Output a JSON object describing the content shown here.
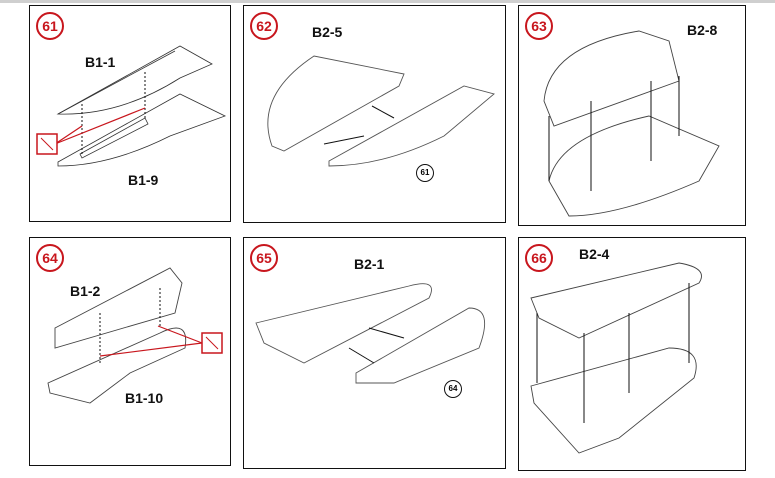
{
  "steps": [
    {
      "number": "61",
      "labels": [
        "B1-1",
        "B1-9"
      ]
    },
    {
      "number": "62",
      "labels": [
        "B2-5"
      ],
      "ref": "61"
    },
    {
      "number": "63",
      "labels": [
        "B2-8"
      ]
    },
    {
      "number": "64",
      "labels": [
        "B1-2",
        "B1-10"
      ]
    },
    {
      "number": "65",
      "labels": [
        "B2-1"
      ],
      "ref": "64"
    },
    {
      "number": "66",
      "labels": [
        "B2-4"
      ]
    }
  ],
  "colors": {
    "accent": "#c8161d",
    "line": "#111111"
  },
  "icons": [
    "no-glue-icon"
  ]
}
